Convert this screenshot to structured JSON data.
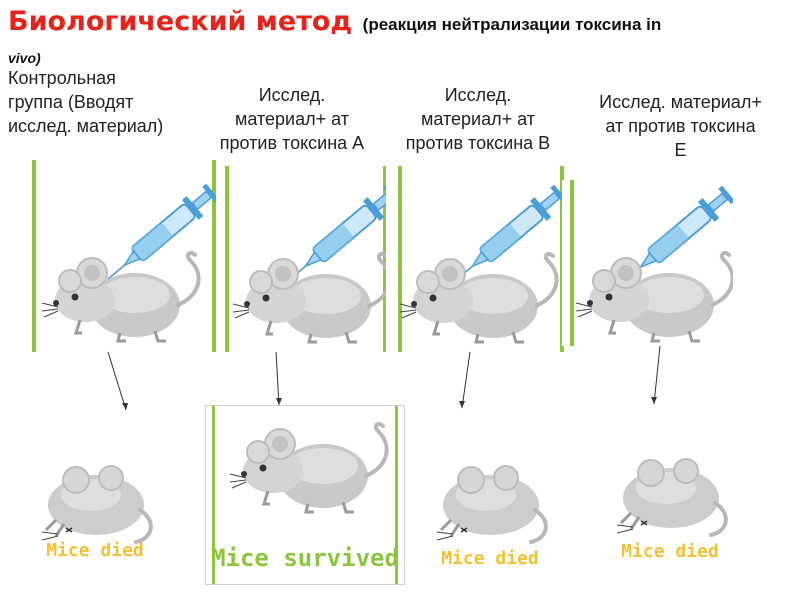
{
  "title": {
    "main": "Биологический метод",
    "sub": "(реакция нейтрализации токсина in",
    "sub_cont": "vivo)"
  },
  "groups": [
    {
      "label": "Контрольная группа (Вводят исслед. материал)"
    },
    {
      "label": "Исслед. материал+ ат против токсина А"
    },
    {
      "label": "Исслед. материал+ ат против токсина В"
    },
    {
      "label": "Исслед. материал+ ат против токсина Е"
    }
  ],
  "results": [
    {
      "caption": "Mice died"
    },
    {
      "caption": "Mice survived"
    },
    {
      "caption": "Mice died"
    },
    {
      "caption": "Mice died"
    }
  ],
  "colors": {
    "title": "#e8211b",
    "frame_line": "#8cc63f",
    "died": "#f2c233",
    "survived": "#8cc63f"
  },
  "icons": [
    "syringe-icon",
    "mouse-icon",
    "dead-mouse-icon"
  ]
}
